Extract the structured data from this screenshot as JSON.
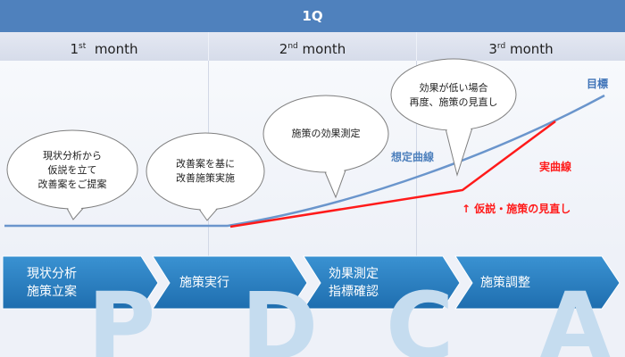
{
  "header": {
    "quarter": "1Q"
  },
  "months": [
    {
      "num": "1",
      "suffix": "st",
      "word": "month"
    },
    {
      "num": "2",
      "suffix": "nd",
      "word": "month"
    },
    {
      "num": "3",
      "suffix": "rd",
      "word": "month"
    }
  ],
  "bubbles": [
    {
      "lines": [
        "現状分析から",
        "仮説を立て",
        "改善案をご提案"
      ]
    },
    {
      "lines": [
        "改善案を基に",
        "改善施策実施"
      ]
    },
    {
      "lines": [
        "施策の効果測定"
      ]
    },
    {
      "lines": [
        "効果が低い場合",
        "再度、施策の見直し"
      ]
    }
  ],
  "labels": {
    "target": "目標",
    "planned_curve": "想定曲線",
    "actual_curve": "実曲線",
    "revise": "↑ 仮説・施策の見直し"
  },
  "phases": [
    {
      "lines": [
        "現状分析",
        "施策立案"
      ],
      "letter": "P"
    },
    {
      "lines": [
        "施策実行"
      ],
      "letter": "D"
    },
    {
      "lines": [
        "効果測定",
        "指標確認"
      ],
      "letter": "C"
    },
    {
      "lines": [
        "施策調整"
      ],
      "letter": "A"
    }
  ],
  "colors": {
    "header": "#4f81bd",
    "planned_line": "#6a95cc",
    "actual_line": "#ff1a1a",
    "arrow": "#2f86c6",
    "letters": "#c5dcef"
  }
}
